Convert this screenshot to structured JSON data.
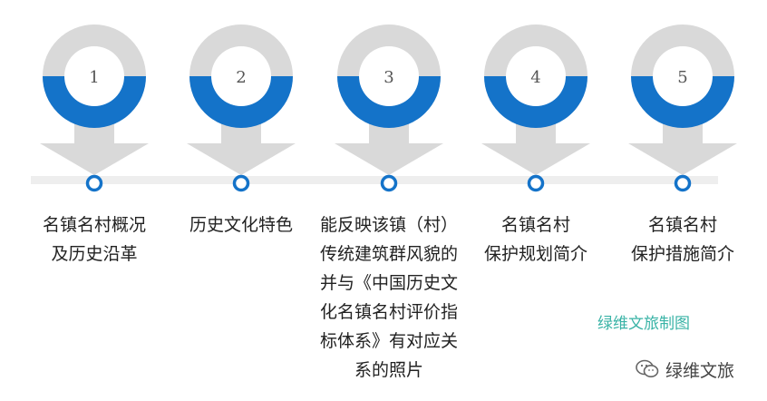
{
  "steps": [
    {
      "number": "1",
      "label": "名镇名村概况\n及历史沿革"
    },
    {
      "number": "2",
      "label": "历史文化特色"
    },
    {
      "number": "3",
      "label": "能反映该镇（村）\n传统建筑群风貌的\n并与《中国历史文\n化名镇名村评价指\n标体系》有对应关\n系的照片"
    },
    {
      "number": "4",
      "label": "名镇名村\n保护规划简介"
    },
    {
      "number": "5",
      "label": "名镇名村\n保护措施简介"
    }
  ],
  "caption": "绿维文旅制图",
  "watermark": {
    "icon": "wechat-icon",
    "text": "绿维文旅"
  },
  "colors": {
    "accent": "#1473c9",
    "pin_gray": "#d9d9d9",
    "timeline": "#eeeeee",
    "caption": "#39b3a6"
  }
}
